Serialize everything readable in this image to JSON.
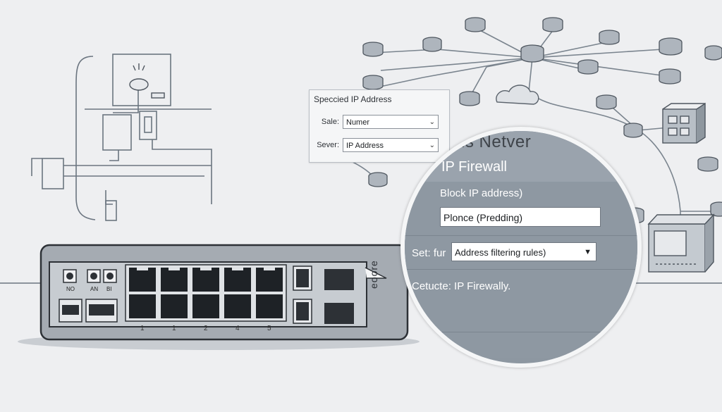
{
  "panel": {
    "title": "Speccied IP Address",
    "rows": [
      {
        "label": "Sale:",
        "value": "Numer"
      },
      {
        "label": "Sever:",
        "value": "IP Address"
      }
    ]
  },
  "lens": {
    "network_title": "us  Netver",
    "section_title": "IP Firewall",
    "block_label": "Block IP address)",
    "block_input": "Plonce (Predding)",
    "set_label": "Set: fur",
    "set_dropdown": "Address filtering rules)",
    "execute_text": "Cetucte: IP Firewally."
  },
  "device": {
    "port_numbers": [
      "1",
      "1",
      "2",
      "4",
      "5"
    ],
    "small_labels": [
      "NO",
      "AN",
      "BI"
    ],
    "brand": "eoore"
  },
  "colors": {
    "background": "#eeeff1",
    "device_body": "#a5abb2",
    "lens_bg": "#8d97a1",
    "line": "#6b7580"
  }
}
